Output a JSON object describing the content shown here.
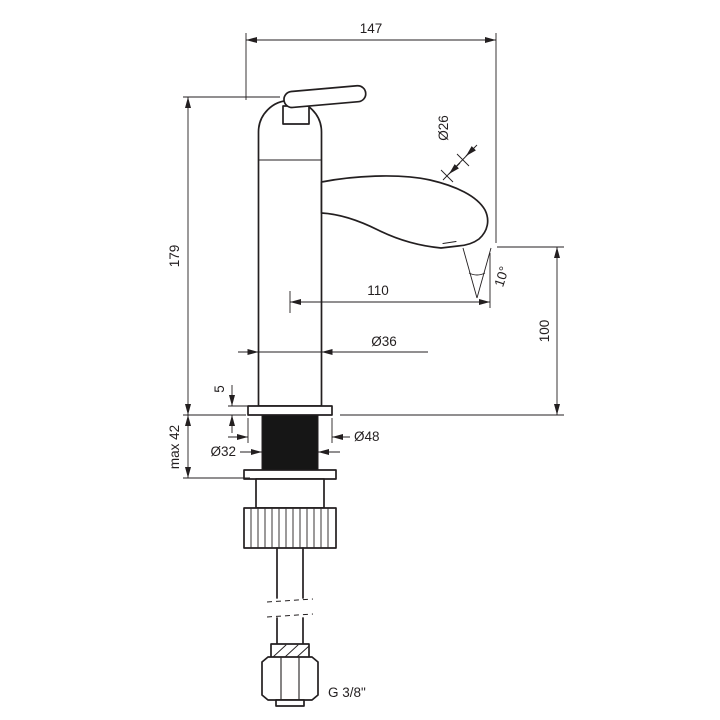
{
  "drawing": {
    "dimensions": {
      "total_depth": "147",
      "height_to_deck": "179",
      "spout_diameter": "Ø26",
      "spout_reach": "110",
      "outlet_height": "100",
      "body_diameter": "Ø36",
      "base_ring_height": "5",
      "base_ring_diameter": "Ø48",
      "shank_diameter": "Ø32",
      "max_deck_thickness": "max 42",
      "stream_angle": "10°",
      "hose_thread": "G 3/8\""
    },
    "colors": {
      "line": "#231f20",
      "background": "#ffffff",
      "shank_fill": "#161616"
    }
  }
}
